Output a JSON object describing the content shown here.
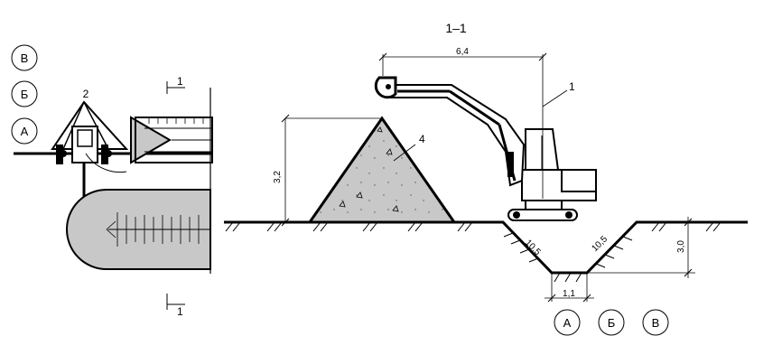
{
  "section_label": "1–1",
  "cut_marks": [
    "1",
    "1"
  ],
  "axes_left": [
    "В",
    "Б",
    "А"
  ],
  "axes_bottom": [
    "А",
    "Б",
    "В"
  ],
  "callouts": {
    "excavator": "1",
    "plan_machine": "2",
    "spoil_heap": "4"
  },
  "dimensions": {
    "boom_reach": "6,4",
    "heap_height": "3,2",
    "trench_depth": "3,0",
    "slope_left": "10,5",
    "slope_right": "10,5",
    "trench_bottom": "1,1"
  },
  "colors": {
    "fill": "#c8c8c8",
    "line": "#000000",
    "background": "#ffffff"
  }
}
